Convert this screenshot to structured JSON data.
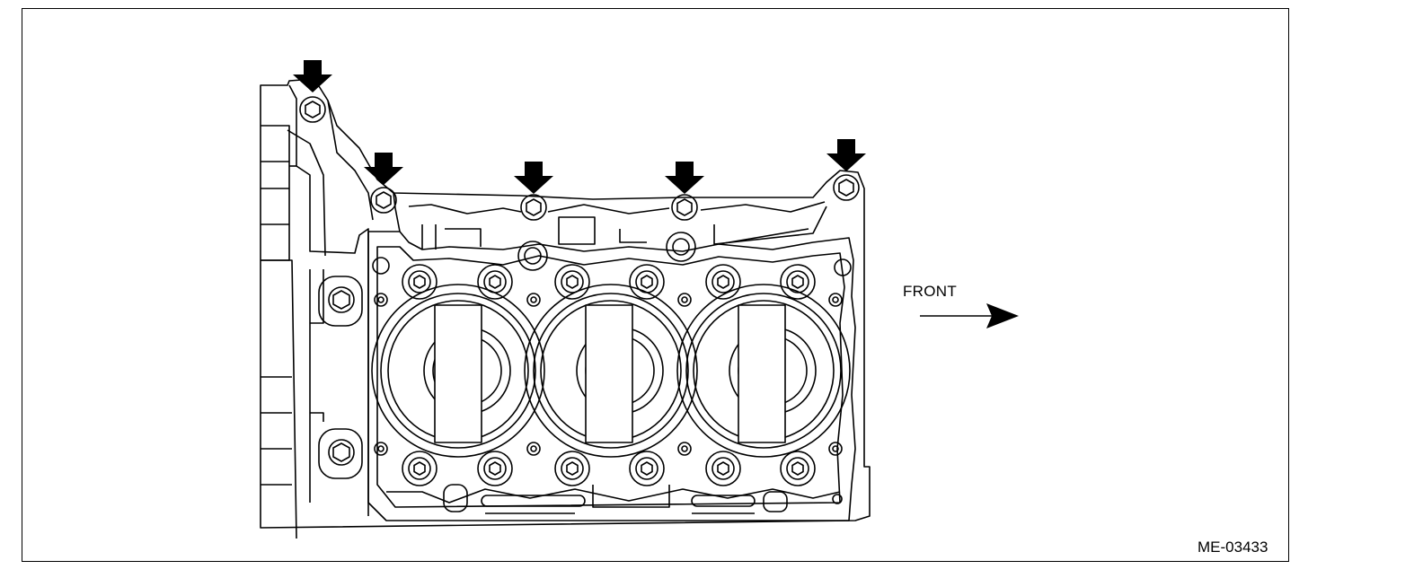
{
  "labels": {
    "front": "FRONT",
    "figure_id": "ME-03433"
  },
  "callouts": {
    "marker": "arrow-down-icon",
    "count": 5
  },
  "colors": {
    "line": "#000000",
    "background": "#ffffff"
  }
}
